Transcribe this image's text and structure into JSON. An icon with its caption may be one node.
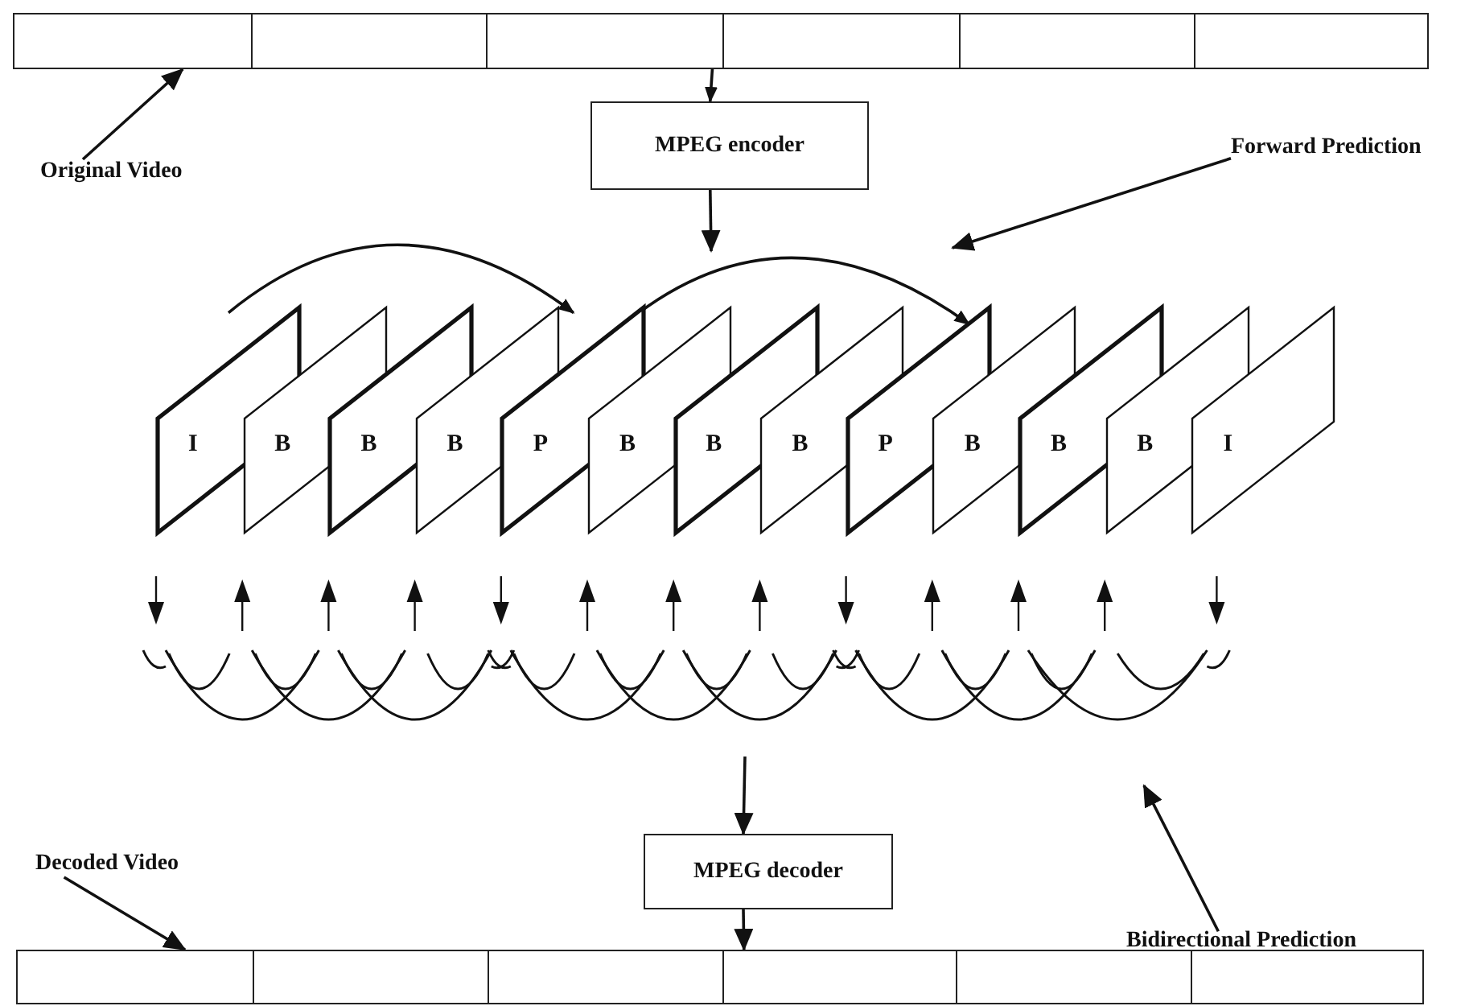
{
  "diagram": {
    "nodes": [
      {
        "text": [],
        "shape": "bar"
      },
      {
        "text": [
          "Original Video"
        ]
      },
      {
        "text": [
          "MPEG encoder"
        ]
      },
      {
        "text": [
          "I"
        ]
      },
      {
        "text": [
          "B"
        ]
      },
      {
        "text": [
          "B"
        ]
      },
      {
        "text": [
          "B"
        ]
      },
      {
        "text": [
          "P"
        ]
      },
      {
        "text": [
          "B"
        ]
      },
      {
        "text": [
          "B"
        ]
      },
      {
        "text": [
          "B"
        ]
      },
      {
        "text": [
          "P"
        ]
      },
      {
        "text": [
          "B"
        ]
      },
      {
        "text": [
          "B"
        ]
      },
      {
        "text": [
          "B"
        ]
      },
      {
        "text": [
          "I"
        ]
      },
      {
        "text": [
          "Forward Prediction"
        ]
      },
      {
        "text": [
          "Decoded Video"
        ]
      },
      {
        "text": [
          "MPEG decoder"
        ]
      },
      {
        "text": [
          "Bidirectional Prediction"
        ]
      },
      {
        "text": [],
        "shape": "bar"
      }
    ],
    "edges": [
      {
        "from": 1,
        "to": 0,
        "arrow": "to"
      },
      {
        "from": 0,
        "to": 2,
        "arrow": "to"
      },
      {
        "from": 2,
        "to": null,
        "arrow": "to"
      },
      {
        "from": 3,
        "to": 7,
        "arrow": "to"
      },
      {
        "from": 7,
        "to": 11,
        "arrow": "to"
      },
      {
        "from": 16,
        "to": null,
        "arrow": "to"
      },
      {
        "from": 19,
        "to": null,
        "arrow": "to"
      },
      {
        "from": null,
        "to": 18,
        "arrow": "to"
      },
      {
        "from": 18,
        "to": 20,
        "arrow": "to"
      },
      {
        "from": 17,
        "to": 20,
        "arrow": "to"
      }
    ]
  }
}
